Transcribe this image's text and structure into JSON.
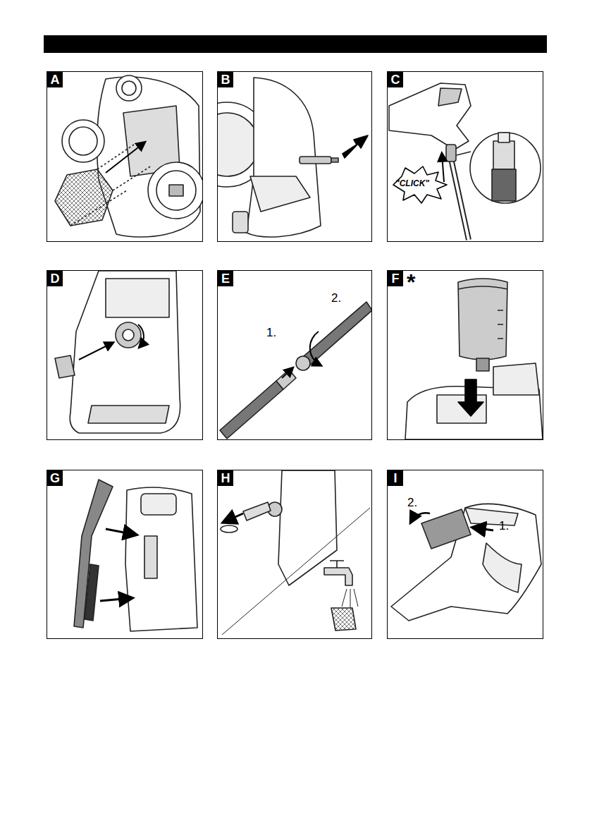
{
  "diagram": {
    "nodes": [
      {
        "text": [
          "A"
        ]
      },
      {
        "text": [
          "B"
        ]
      },
      {
        "text": [
          "C"
        ]
      },
      {
        "text": [
          "D"
        ]
      },
      {
        "text": [
          "E"
        ]
      },
      {
        "text": [
          "F"
        ]
      },
      {
        "text": [
          "G"
        ]
      },
      {
        "text": [
          "H"
        ]
      },
      {
        "text": [
          "I"
        ]
      }
    ],
    "labels": [
      "\"CLICK\"",
      "2.",
      "1.",
      "*",
      "2.",
      "1."
    ]
  }
}
